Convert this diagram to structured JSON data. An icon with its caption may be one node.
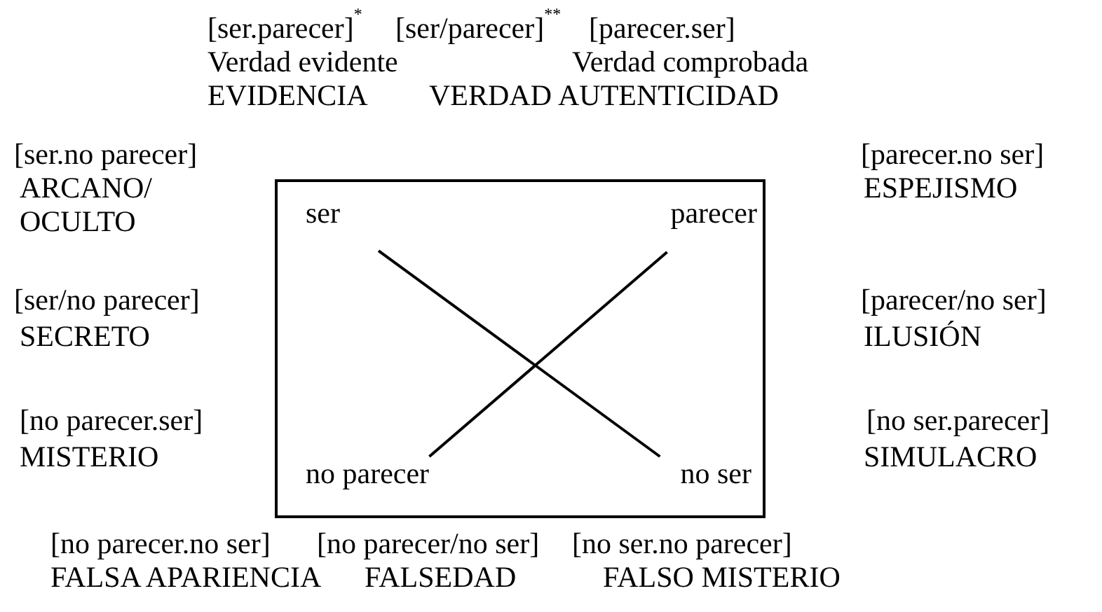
{
  "diagram": {
    "nodes": [
      {
        "text": [],
        "shape": "box"
      },
      {
        "text": [
          "ser"
        ],
        "in": 0
      },
      {
        "text": [
          "parecer"
        ],
        "in": 0
      },
      {
        "text": [
          "no parecer"
        ],
        "in": 0
      },
      {
        "text": [
          "no ser"
        ],
        "in": 0
      }
    ],
    "edges": [
      {
        "from": 1,
        "to": 4,
        "arrow": "none"
      },
      {
        "from": 2,
        "to": 3,
        "arrow": "none"
      }
    ],
    "labels": [
      "[ser.parecer]$^{*}$",
      "[ser/parecer]$^{**}$",
      "[parecer.ser]",
      "Verdad evidente",
      "Verdad comprobada",
      "EVIDENCIA",
      "VERDAD",
      "AUTENTICIDAD",
      "[ser.no parecer]",
      "[parecer.no ser]",
      "ARCANO/ OCULTO",
      "ESPEJISMO",
      "[ser/no parecer]",
      "[parecer/no ser]",
      "SECRETO",
      "ILUSIÓN",
      "[no parecer.ser]",
      "[no ser.parecer]",
      "MISTERIO",
      "SIMULACRO",
      "[no parecer.no ser]",
      "[no parecer/no ser]",
      "[no ser.no parecer]",
      "FALSA APARIENCIA",
      "FALSEDAD",
      "FALSO MISTERIO"
    ]
  }
}
